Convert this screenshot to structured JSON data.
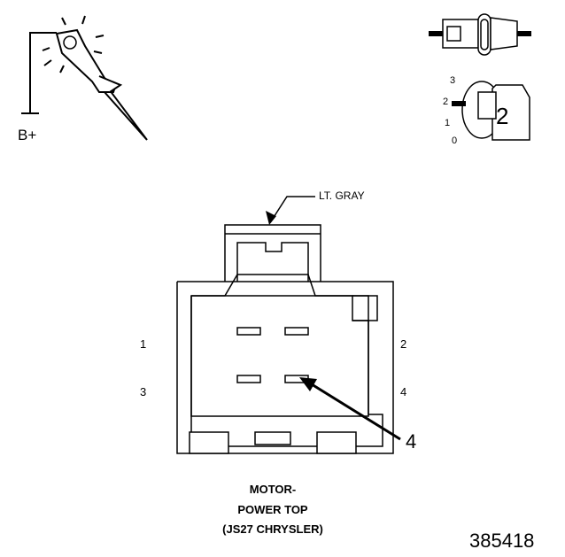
{
  "test_light": {
    "supply_label": "B+"
  },
  "key_switch": {
    "positions": [
      "3",
      "2",
      "1",
      "0"
    ],
    "step_number": "2"
  },
  "connector": {
    "wire_color": "LT. GRAY",
    "pins": [
      "1",
      "2",
      "3",
      "4"
    ],
    "callout_number": "4",
    "caption": {
      "line1": "MOTOR-",
      "line2": "POWER TOP",
      "line3": "(JS27 CHRYSLER)"
    }
  },
  "figure_number": "385418"
}
